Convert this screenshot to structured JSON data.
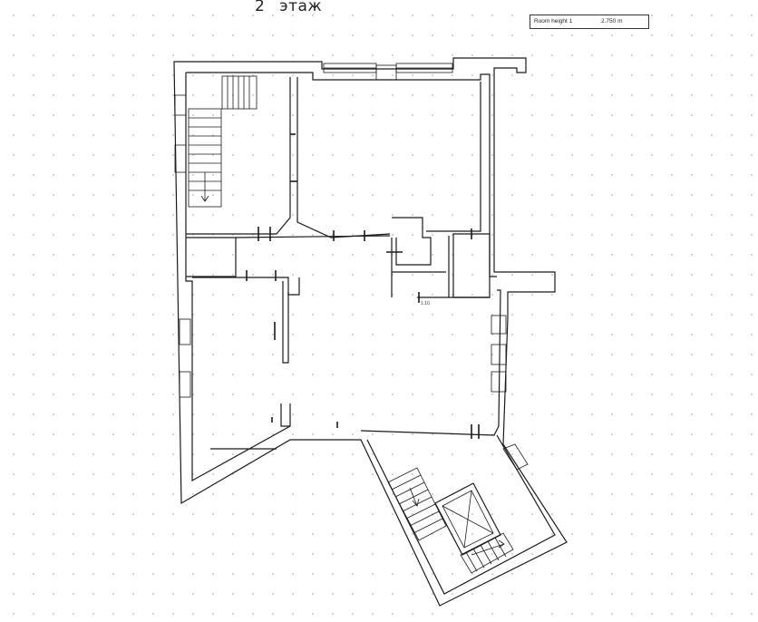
{
  "title": {
    "floor_number": "2",
    "floor_word": "этаж"
  },
  "room_height": {
    "label": "Room height 1",
    "value": "2.750 m"
  },
  "annotations": {
    "small_label": "1.10"
  },
  "icons": [
    "stair-arrow-icon",
    "elevator-cross-icon"
  ],
  "colors": {
    "lines": "#1a1a1a",
    "background": "#ffffff",
    "grid_dots": "#c9c9c9"
  }
}
